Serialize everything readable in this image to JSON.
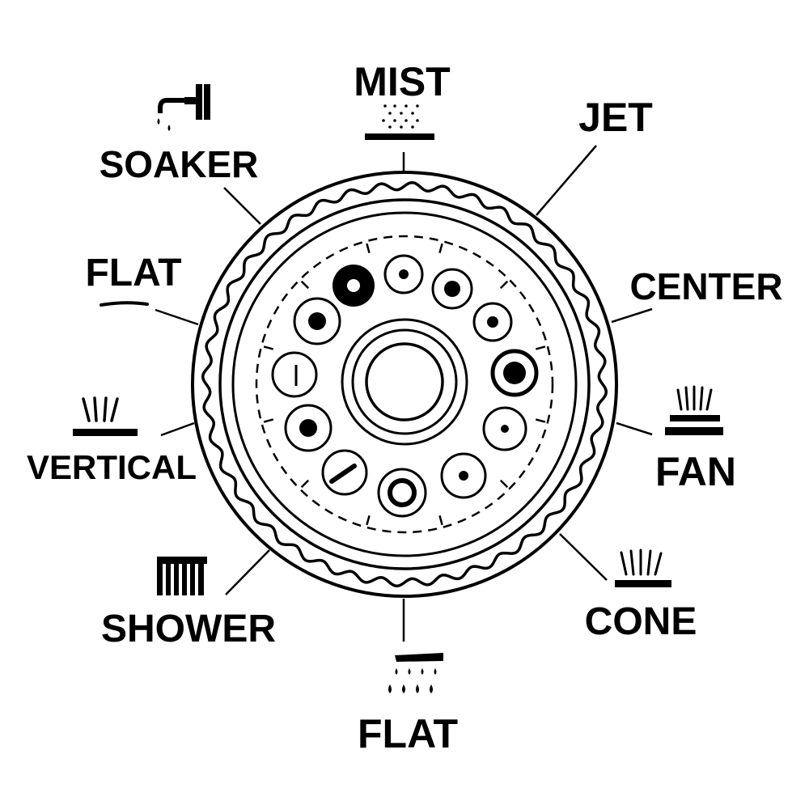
{
  "diagram": {
    "modes": [
      {
        "id": "mist",
        "label": "MIST",
        "icon": "mist-spray-icon"
      },
      {
        "id": "jet",
        "label": "JET",
        "icon": ""
      },
      {
        "id": "center",
        "label": "CENTER",
        "icon": ""
      },
      {
        "id": "fan",
        "label": "FAN",
        "icon": "fan-spray-icon"
      },
      {
        "id": "cone",
        "label": "CONE",
        "icon": "cone-spray-icon"
      },
      {
        "id": "flat-bottom",
        "label": "FLAT",
        "icon": "flat-shower-drops-icon"
      },
      {
        "id": "shower",
        "label": "SHOWER",
        "icon": "shower-comb-icon"
      },
      {
        "id": "vertical",
        "label": "VERTICAL",
        "icon": "vertical-spray-icon"
      },
      {
        "id": "flat-left",
        "label": "FLAT",
        "icon": "flat-line-icon"
      },
      {
        "id": "soaker",
        "label": "SOAKER",
        "icon": "soaker-faucet-icon"
      }
    ]
  }
}
